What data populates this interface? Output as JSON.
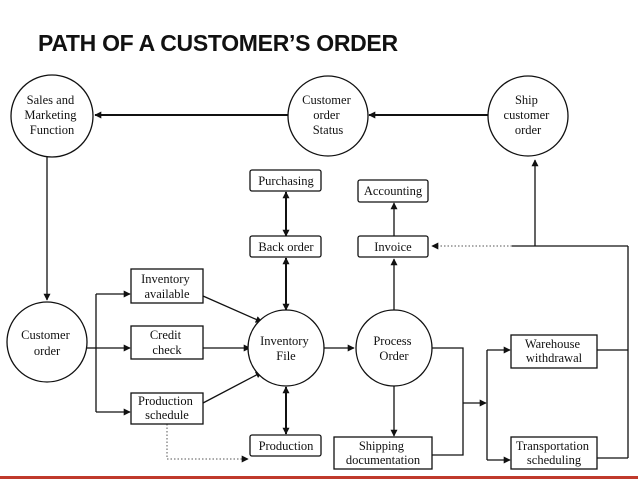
{
  "title": "PATH OF A CUSTOMER’S ORDER",
  "nodes": {
    "sales_marketing": [
      "Sales and",
      "Marketing",
      "Function"
    ],
    "customer_order_status": [
      "Customer",
      "order",
      "Status"
    ],
    "ship_customer_order": [
      "Ship",
      "customer",
      "order"
    ],
    "customer_order": [
      "Customer",
      "order"
    ],
    "inventory_file": [
      "Inventory",
      "File"
    ],
    "process_order": [
      "Process",
      "Order"
    ],
    "purchasing": [
      "Purchasing"
    ],
    "back_order": [
      "Back order"
    ],
    "accounting": [
      "Accounting"
    ],
    "invoice": [
      "Invoice"
    ],
    "inventory_available": [
      "Inventory",
      "available"
    ],
    "credit_check": [
      "Credit",
      "check"
    ],
    "production_schedule": [
      "Production",
      "schedule"
    ],
    "production": [
      "Production"
    ],
    "shipping_documentation": [
      "Shipping",
      "documentation"
    ],
    "warehouse_withdrawal": [
      "Warehouse",
      "withdrawal"
    ],
    "transportation_scheduling": [
      "Transportation",
      "scheduling"
    ]
  }
}
